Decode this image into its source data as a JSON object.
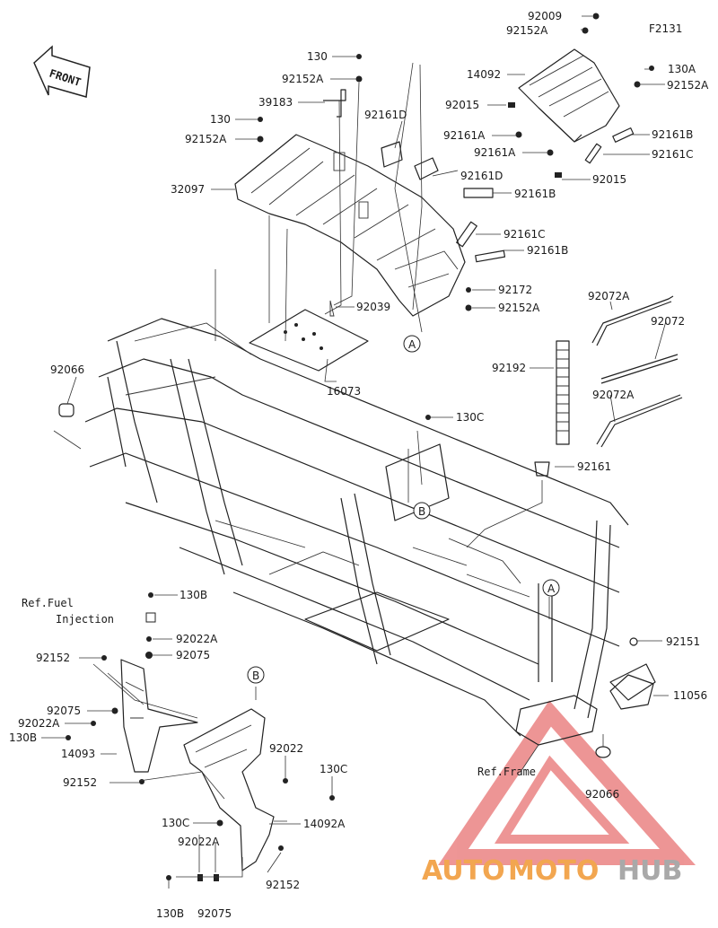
{
  "figure_code": "F2131",
  "front_label": "FRONT",
  "circle_markers": {
    "A": "A",
    "B": "B"
  },
  "ref_fuel_line1": "Ref.Fuel",
  "ref_fuel_line2": "Injection",
  "ref_frame": "Ref.Frame",
  "watermark": {
    "auto": "AUTO",
    "moto": "MOTO",
    "hub": "HUB",
    "orange": "#f2a650",
    "gray": "#a9a9a9",
    "red": "#e04040"
  },
  "labels": {
    "l92009": "92009",
    "l92152A_top": "92152A",
    "l14092": "14092",
    "l130A": "130A",
    "l92152A_r": "92152A",
    "l92015_a": "92015",
    "l92161A_a": "92161A",
    "l92161A_b": "92161A",
    "l92161B_r": "92161B",
    "l92161C_r": "92161C",
    "l92015_b": "92015",
    "l130_top": "130",
    "l92152A_t2": "92152A",
    "l39183": "39183",
    "l92161D_a": "92161D",
    "l130_l": "130",
    "l92152A_l": "92152A",
    "l32097": "32097",
    "l92161D_b": "92161D",
    "l92161B_m": "92161B",
    "l92161C_m": "92161C",
    "l92161B_m2": "92161B",
    "l92172": "92172",
    "l92152A_m": "92152A",
    "l92039": "92039",
    "l16073": "16073",
    "l92072A_a": "92072A",
    "l92072": "92072",
    "l92192": "92192",
    "l92072A_b": "92072A",
    "l92066_l": "92066",
    "l130C_a": "130C",
    "l92161": "92161",
    "l130B_a": "130B",
    "l92022A_a": "92022A",
    "l92075_a": "92075",
    "l92152_a": "92152",
    "l92075_b": "92075",
    "l92022A_b": "92022A",
    "l130B_b": "130B",
    "l14093": "14093",
    "l92152_b": "92152",
    "l92022": "92022",
    "l130C_b": "130C",
    "l130C_c": "130C",
    "l14092A": "14092A",
    "l92022A_c": "92022A",
    "l92152_c": "92152",
    "l130B_c": "130B",
    "l92075_c": "92075",
    "l92151": "92151",
    "l11056": "11056",
    "l92066_r": "92066"
  }
}
